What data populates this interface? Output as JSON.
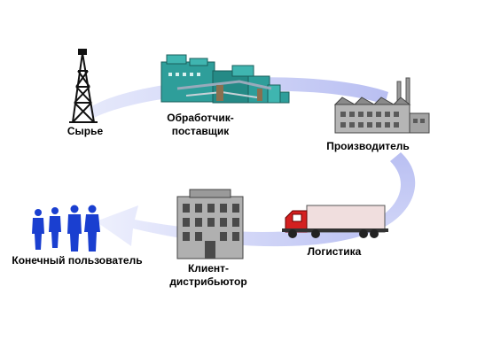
{
  "diagram": {
    "nodes": {
      "raw_materials": {
        "label": "Сырье",
        "icon": "oil-derrick-icon"
      },
      "processor_supplier": {
        "label_line1": "Обработчик-",
        "label_line2": "поставщик",
        "icon": "processing-plant-icon"
      },
      "manufacturer": {
        "label": "Производитель",
        "icon": "factory-icon"
      },
      "logistics": {
        "label": "Логистика",
        "icon": "truck-icon"
      },
      "client_distributor": {
        "label_line1": "Клиент-",
        "label_line2": "дистрибьютор",
        "icon": "warehouse-building-icon"
      },
      "end_user": {
        "label": "Конечный пользователь",
        "icon": "people-icon"
      }
    },
    "colors": {
      "flow_arrow": "#c8cdf5",
      "plant": "#2e9e9a",
      "building": "#9a9a9a",
      "people": "#1a3fd0",
      "truck_cab": "#d42020",
      "trailer": "#f0dede"
    }
  }
}
